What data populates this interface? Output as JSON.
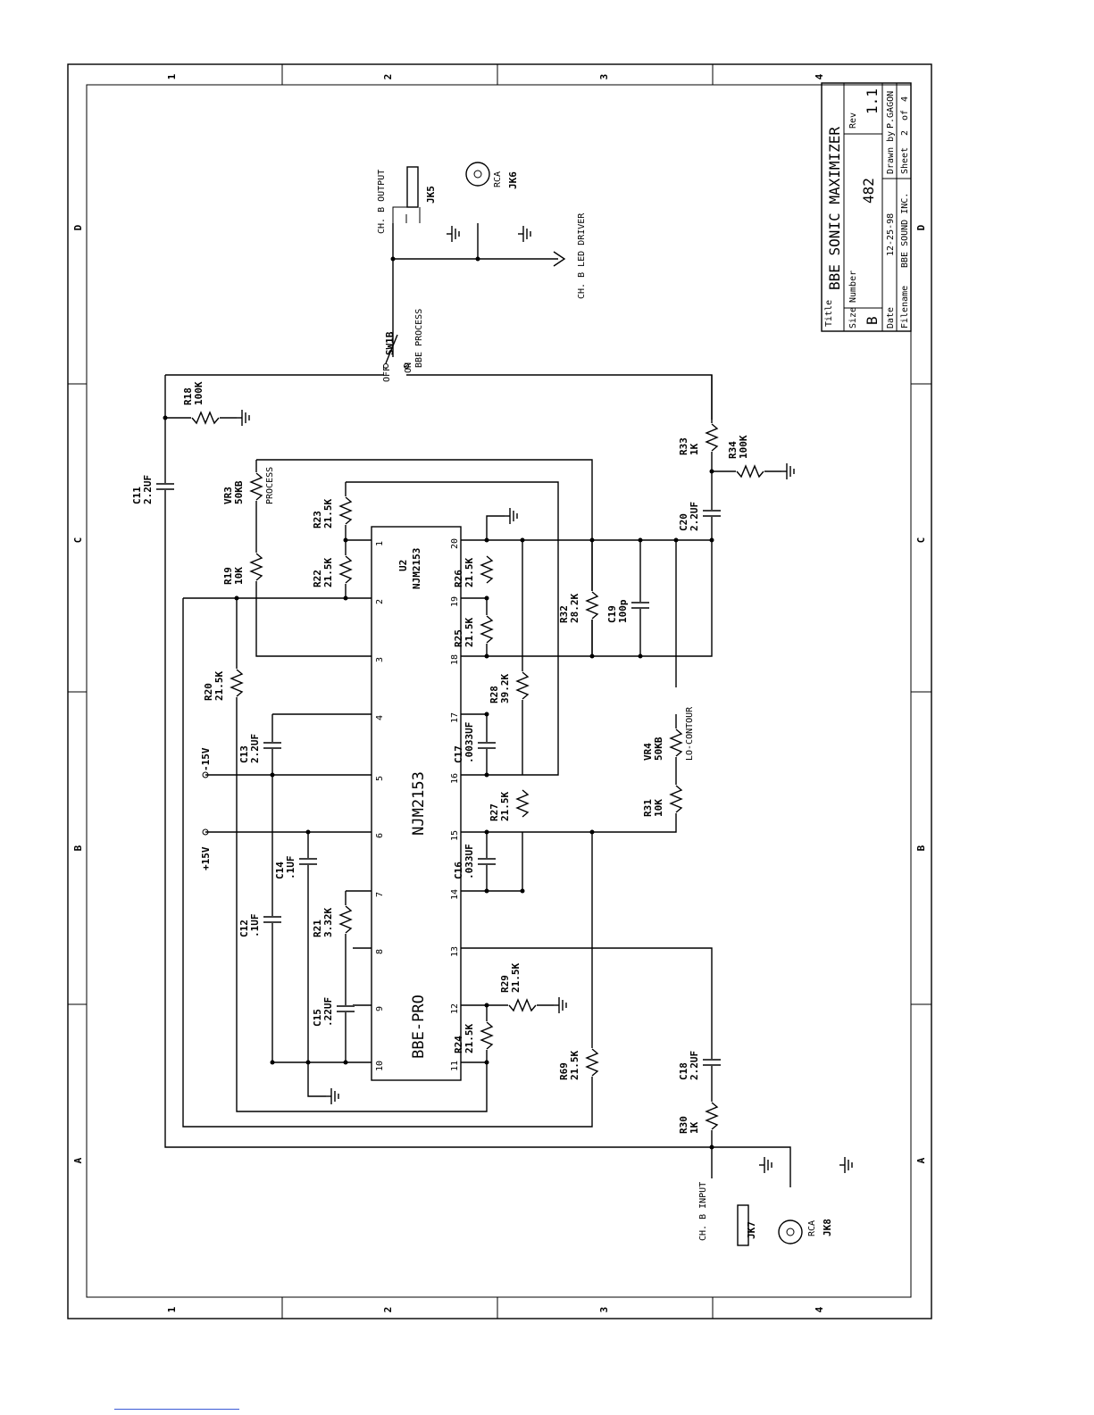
{
  "title_block": {
    "title_label": "Title",
    "title": "BBE SONIC MAXIMIZER",
    "size_label": "Size",
    "size": "B",
    "number_label": "Number",
    "number": "482",
    "rev_label": "Rev",
    "rev": "1.1",
    "date_label": "Date",
    "date": "12-25-98",
    "drawn_label": "Drawn by",
    "drawn_by": "P.GAGON",
    "filename_label": "Filename",
    "filename": "BBE SOUND INC.",
    "sheet_label": "Sheet",
    "sheet": "2",
    "of_label": "of",
    "sheet_total": "4"
  },
  "border": {
    "columns": [
      "1",
      "2",
      "3",
      "4"
    ],
    "rows": [
      "D",
      "C",
      "B",
      "A"
    ]
  },
  "ic": {
    "ref": "U2",
    "part": "NJM2153",
    "body_label": "NJM2153",
    "footer_label": "BBE-PRO",
    "left_pins": [
      "1",
      "2",
      "3",
      "4",
      "5",
      "6",
      "7",
      "8",
      "9",
      "10"
    ],
    "right_pins": [
      "20",
      "19",
      "18",
      "17",
      "16",
      "15",
      "14",
      "13",
      "12",
      "11"
    ]
  },
  "components": [
    {
      "ref": "R18",
      "value": "100K"
    },
    {
      "ref": "C11",
      "value": "2.2UF"
    },
    {
      "ref": "VR3",
      "value": "50KB",
      "note": "PROCESS"
    },
    {
      "ref": "R19",
      "value": "10K"
    },
    {
      "ref": "R23",
      "value": "21.5K"
    },
    {
      "ref": "R22",
      "value": "21.5K"
    },
    {
      "ref": "R20",
      "value": "21.5K"
    },
    {
      "ref": "C13",
      "value": "2.2UF"
    },
    {
      "ref": "C14",
      "value": ".1UF"
    },
    {
      "ref": "C12",
      "value": ".1UF"
    },
    {
      "ref": "R21",
      "value": "3.32K"
    },
    {
      "ref": "C15",
      "value": ".22UF"
    },
    {
      "ref": "R26",
      "value": "21.5K"
    },
    {
      "ref": "R25",
      "value": "21.5K"
    },
    {
      "ref": "R28",
      "value": "39.2K"
    },
    {
      "ref": "C17",
      "value": ".0033UF"
    },
    {
      "ref": "R27",
      "value": "21.5K"
    },
    {
      "ref": "C16",
      "value": ".033UF"
    },
    {
      "ref": "R29",
      "value": "21.5K"
    },
    {
      "ref": "R24",
      "value": "21.5K"
    },
    {
      "ref": "R69",
      "value": "21.5K"
    },
    {
      "ref": "R32",
      "value": "28.2K"
    },
    {
      "ref": "C19",
      "value": "100p"
    },
    {
      "ref": "VR4",
      "value": "50KB",
      "note": "LO-CONTOUR"
    },
    {
      "ref": "R31",
      "value": "10K"
    },
    {
      "ref": "R33",
      "value": "1K"
    },
    {
      "ref": "R34",
      "value": "100K"
    },
    {
      "ref": "C20",
      "value": "2.2UF"
    },
    {
      "ref": "C18",
      "value": "2.2UF"
    },
    {
      "ref": "R30",
      "value": "1K"
    }
  ],
  "power": {
    "neg": "-15V",
    "pos": "+15V"
  },
  "switch": {
    "ref": "SW1B",
    "off": "OFF",
    "on": "ON",
    "label": "BBE PROCESS"
  },
  "jacks": {
    "jk5": "JK5",
    "jk6": "JK6",
    "jk7": "JK7",
    "jk8": "JK8",
    "rca": "RCA",
    "out_label": "CH. B OUTPUT",
    "in_label": "CH. B INPUT",
    "led_label": "CH. B LED DRIVER"
  }
}
